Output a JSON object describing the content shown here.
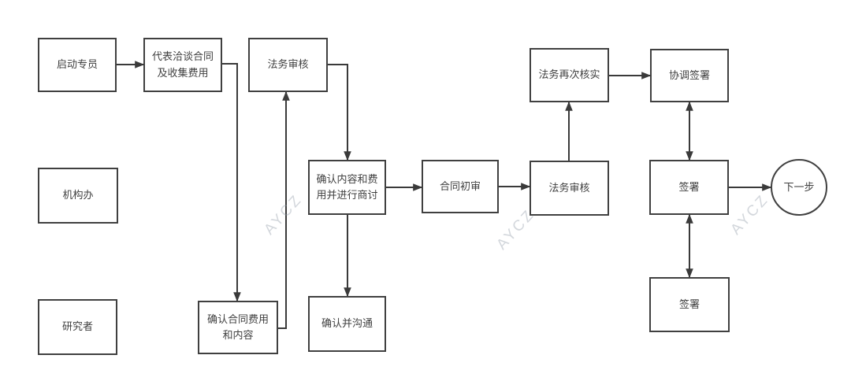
{
  "diagram": {
    "type": "flowchart",
    "nodes": {
      "start_specialist": {
        "label": "启动专员"
      },
      "negotiate_contract": {
        "label": "代表洽谈合同及收集费用"
      },
      "legal_review_1": {
        "label": "法务审核"
      },
      "institution_office": {
        "label": "机构办"
      },
      "researcher": {
        "label": "研究者"
      },
      "confirm_contract_fee": {
        "label": "确认合同费用和内容"
      },
      "confirm_content_fee": {
        "label": "确认内容和费用并进行商讨"
      },
      "confirm_communicate": {
        "label": "确认并沟通"
      },
      "contract_initial_review": {
        "label": "合同初审"
      },
      "legal_review_2": {
        "label": "法务审核"
      },
      "legal_recheck": {
        "label": "法务再次核实"
      },
      "coordinate_sign": {
        "label": "协调签署"
      },
      "sign_middle": {
        "label": "签署"
      },
      "sign_bottom": {
        "label": "签署"
      },
      "next_step": {
        "label": "下一步",
        "shape": "circle"
      }
    },
    "watermark": {
      "text": "AYCZ"
    },
    "colors": {
      "line": "#3a3a3a",
      "border": "#404040",
      "text": "#3f3f3f",
      "background": "#ffffff"
    }
  }
}
